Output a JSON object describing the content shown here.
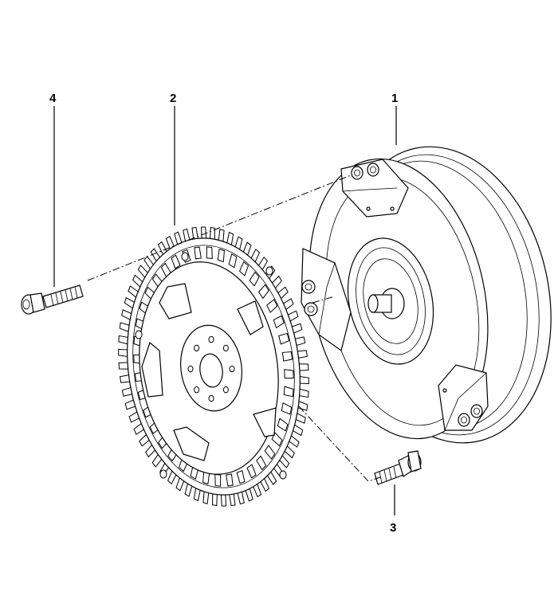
{
  "diagram": {
    "callouts": [
      {
        "id": "1",
        "label": "1"
      },
      {
        "id": "2",
        "label": "2"
      },
      {
        "id": "3",
        "label": "3"
      },
      {
        "id": "4",
        "label": "4"
      }
    ],
    "parts": [
      {
        "callout": "1",
        "icon": "torque-converter-icon"
      },
      {
        "callout": "2",
        "icon": "flex-plate-ring-gear-icon"
      },
      {
        "callout": "3",
        "icon": "bolt-icon"
      },
      {
        "callout": "4",
        "icon": "bolt-icon"
      }
    ],
    "line_color": "#000000",
    "background": "#ffffff"
  }
}
